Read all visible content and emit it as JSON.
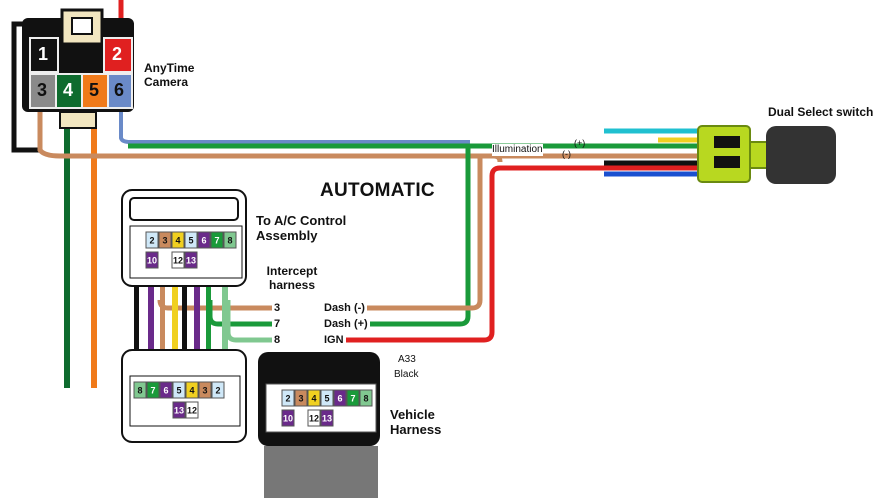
{
  "title": "AUTOMATIC",
  "camera": {
    "label": "AnyTime Camera",
    "pins": [
      "1",
      "2",
      "3",
      "4",
      "5",
      "6"
    ]
  },
  "switch": {
    "label": "Dual Select switch"
  },
  "ac_control": {
    "label": "To A/C Control Assembly",
    "pins_top": [
      "2",
      "3",
      "4",
      "5",
      "6",
      "7",
      "8"
    ],
    "pins_bottom": [
      "10",
      "12",
      "13"
    ]
  },
  "intercept": {
    "label": "Intercept harness",
    "pins_top": [
      "8",
      "7",
      "6",
      "5",
      "4",
      "3",
      "2"
    ],
    "pins_bottom": [
      "13",
      "12"
    ]
  },
  "vehicle": {
    "label": "Vehicle Harness",
    "connector": "A33",
    "color": "Black",
    "pins_top": [
      "2",
      "3",
      "4",
      "5",
      "6",
      "7",
      "8"
    ],
    "pins_bottom": [
      "10",
      "12",
      "13"
    ]
  },
  "wires": [
    {
      "pin": "3",
      "name": "Dash (-)",
      "color": "#c98a5e"
    },
    {
      "pin": "7",
      "name": "Dash (+)",
      "color": "#1a9a3a"
    },
    {
      "pin": "8",
      "name": "IGN",
      "color": "#e02020"
    }
  ],
  "illumination": {
    "label": "Illumination",
    "plus": "(+)",
    "minus": "(-)"
  },
  "colors": {
    "red": "#e02020",
    "green": "#1a9a3a",
    "dark_green": "#0e6b2e",
    "tan": "#c98a5e",
    "orange": "#f07a1a",
    "gray": "#8a8a8a",
    "black": "#111111",
    "cyan": "#20c0d0",
    "yellow": "#f0d020",
    "blue": "#1a50d0",
    "lime": "#b8d820",
    "purple": "#6a2a8a",
    "light_green": "#80c890"
  }
}
